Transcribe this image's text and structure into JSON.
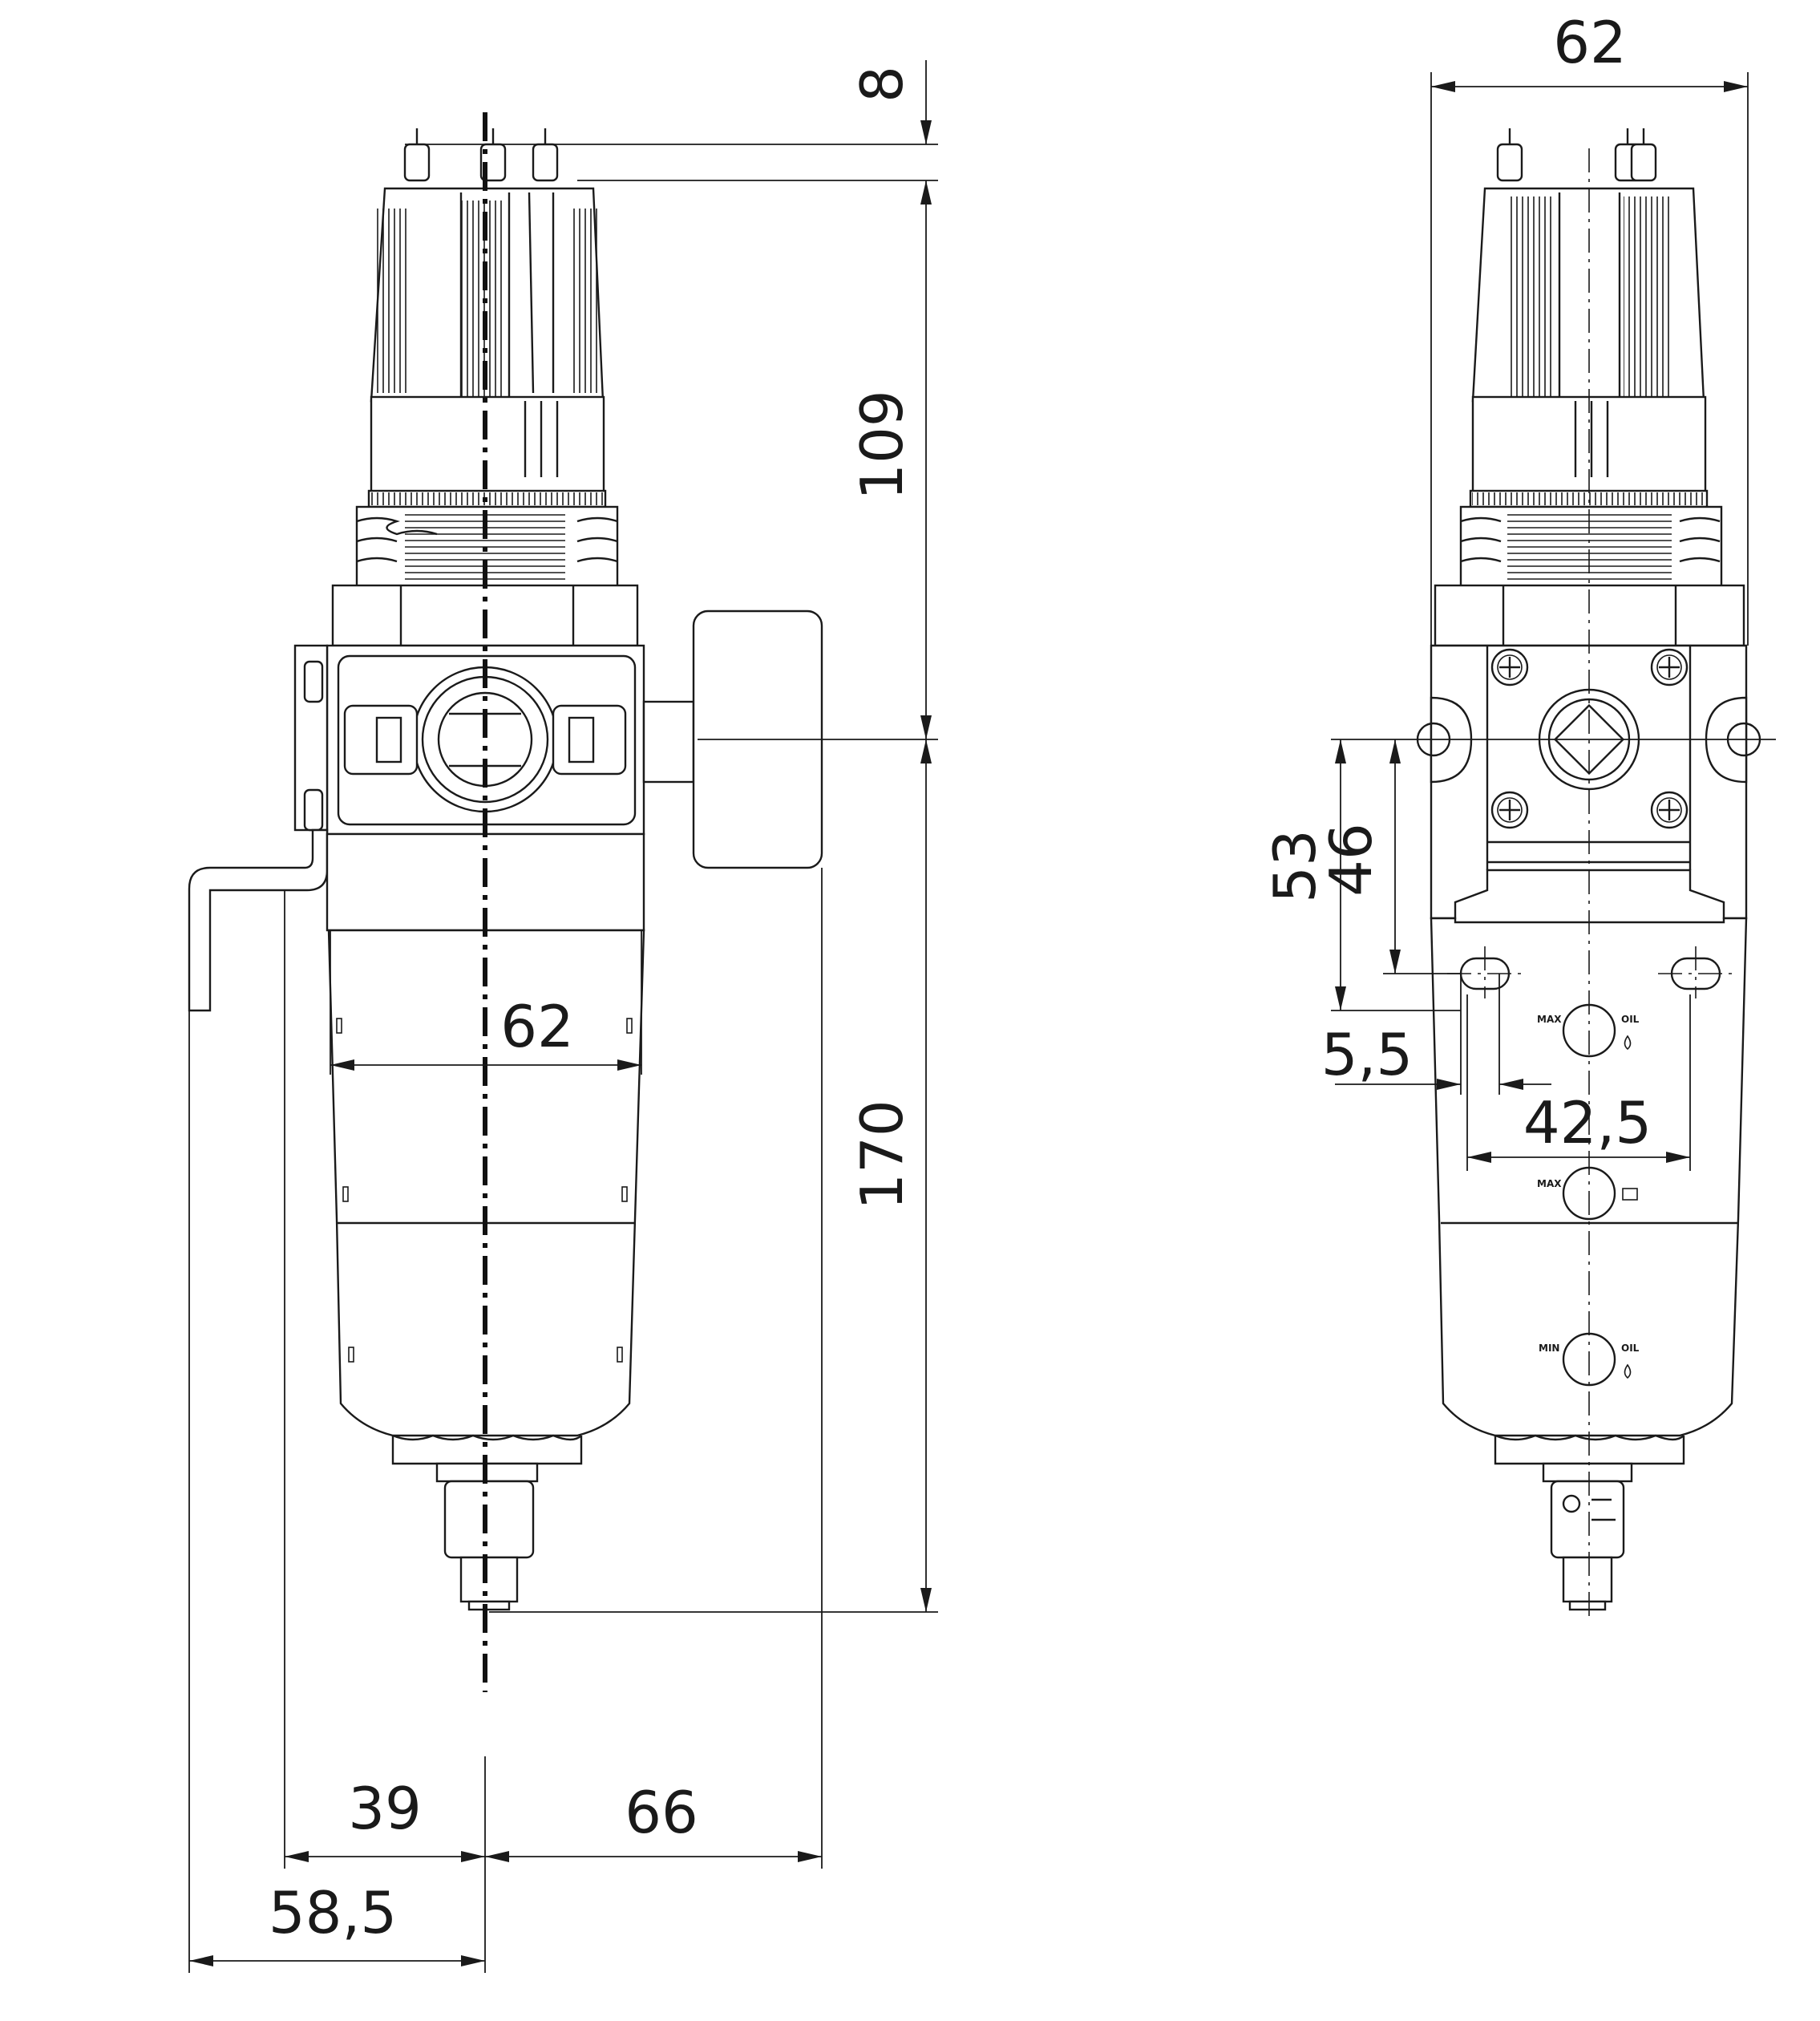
{
  "dimensions": {
    "top_offset": "8",
    "upper_height": "109",
    "lower_height": "170",
    "body_width_front": "62",
    "left_39": "39",
    "right_66": "66",
    "left_58_5": "58,5",
    "top_width_side": "62",
    "height_53": "53",
    "height_46": "46",
    "slot_5_5": "5,5",
    "hole_spacing": "42,5"
  },
  "labels": {
    "max": "MAX",
    "min": "MIN",
    "oil": "OIL"
  }
}
